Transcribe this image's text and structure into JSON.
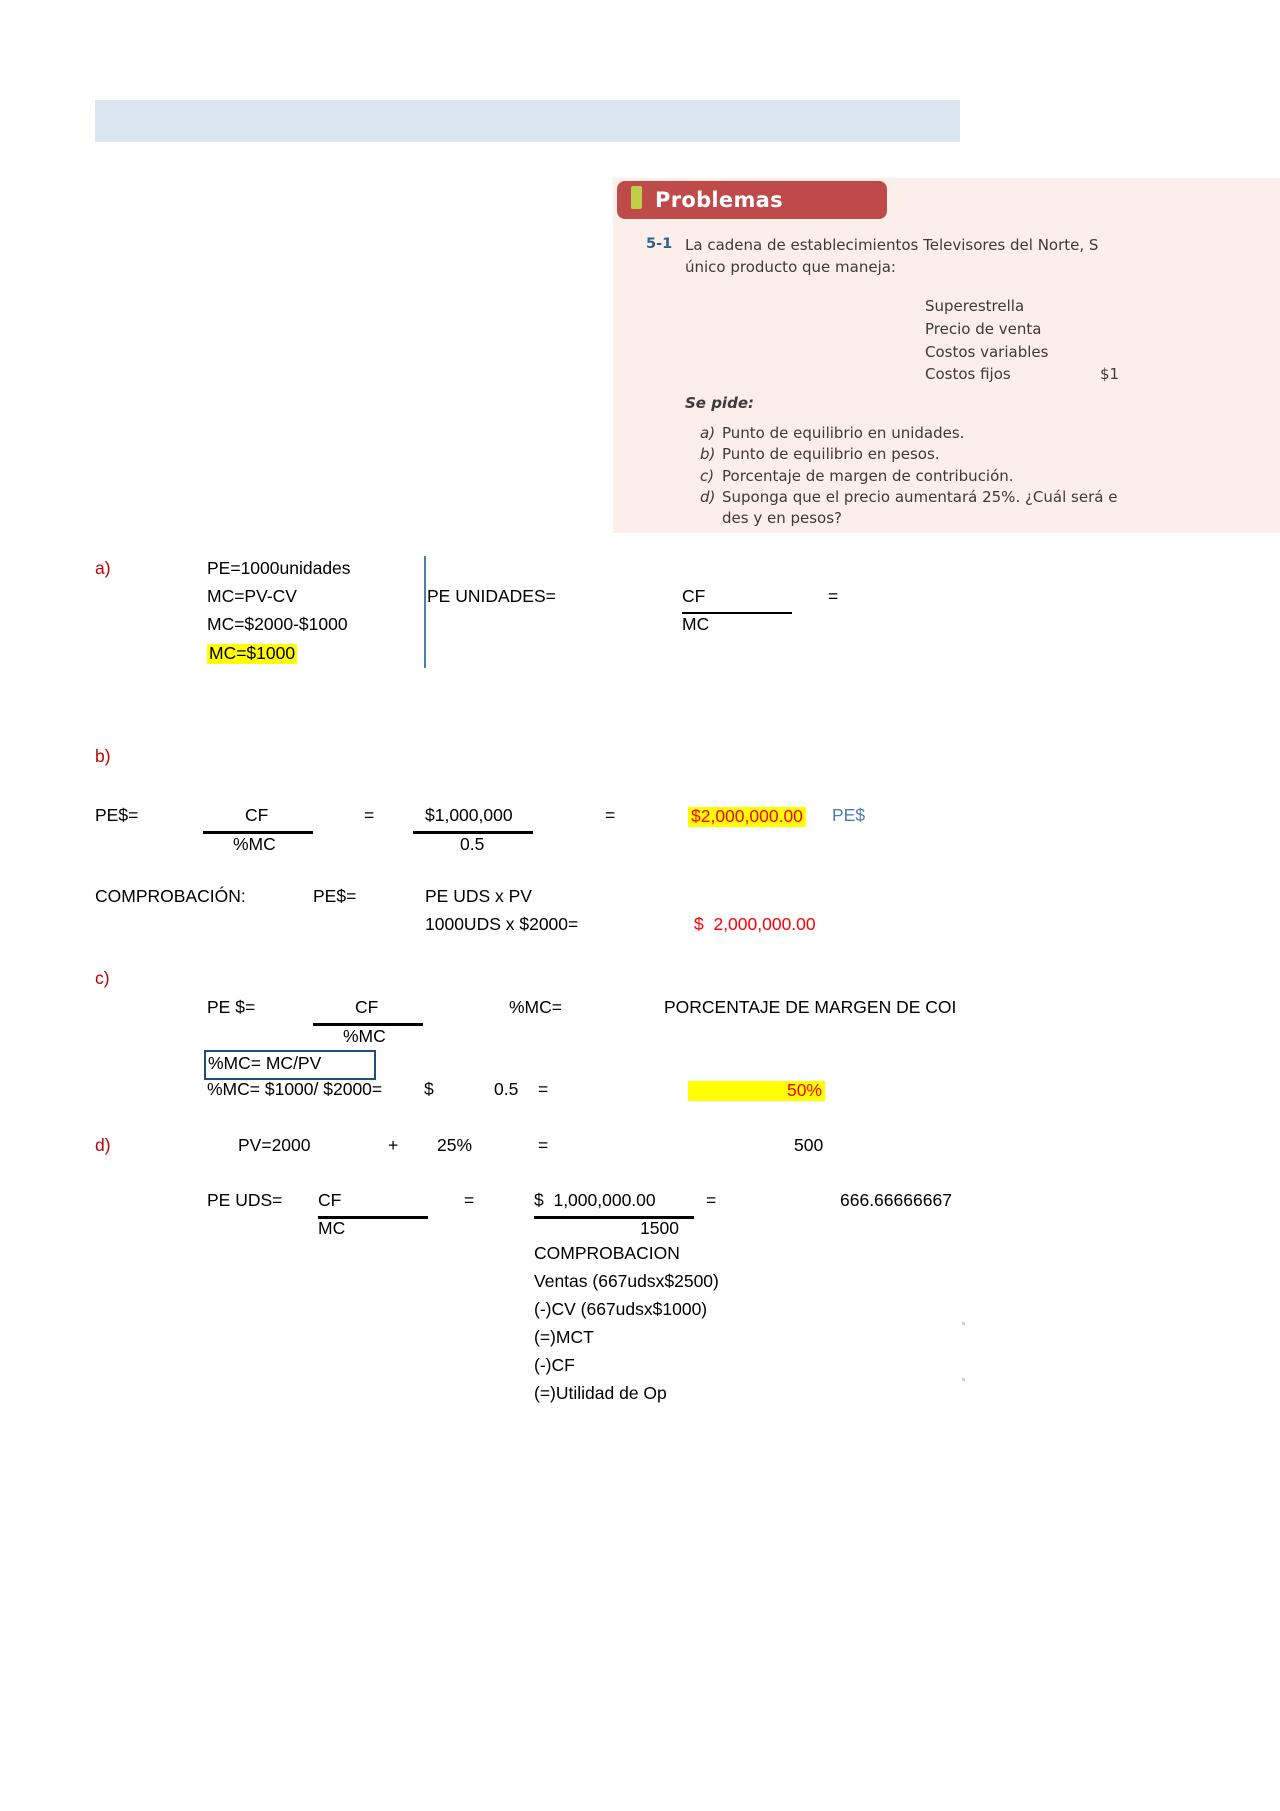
{
  "document": {
    "top_band_present": true,
    "textbook_figure": {
      "header_title": "Problemas",
      "problem_number": "5-1",
      "intro": "La cadena de establecimientos Televisores del Norte, S",
      "intro_line2": "único producto que maneja:",
      "data_rows": [
        {
          "label": "Superestrella",
          "value": ""
        },
        {
          "label": "Precio de venta",
          "value": ""
        },
        {
          "label": "Costos variables",
          "value": ""
        },
        {
          "label": "Costos fijos",
          "value": "$1"
        }
      ],
      "se_pide_label": "Se pide:",
      "requirements": [
        {
          "marker": "a)",
          "text": "Punto de equilibrio en unidades."
        },
        {
          "marker": "b)",
          "text": "Punto de equilibrio en pesos."
        },
        {
          "marker": "c)",
          "text": "Porcentaje de margen de contribución."
        },
        {
          "marker": "d)",
          "text": "Suponga que el precio aumentará 25%. ¿Cuál será e"
        }
      ],
      "requirements_continuation": "des y en pesos?"
    },
    "solution": {
      "section_a": {
        "marker": "a)",
        "lines": [
          "PE=1000unidades",
          "MC=PV-CV",
          "MC=$2000-$1000",
          "MC=$1000"
        ],
        "highlighted_line": "MC=$1000",
        "formula_label": "PE UNIDADES=",
        "numerator": "CF",
        "denominator": "MC",
        "equals": "="
      },
      "section_b": {
        "marker": "b)",
        "label": "PE$=",
        "frac1_num": "CF",
        "frac1_den": "%MC",
        "eq1": "=",
        "frac2_num": "$1,000,000",
        "frac2_den": "0.5",
        "eq2": "=",
        "result": "$2,000,000.00",
        "result_suffix": "PE$",
        "check_label": "COMPROBACIÓN:",
        "check_pe": "PE$=",
        "check_formula": "PE UDS x PV",
        "check_calc": "1000UDS x $2000=",
        "check_result": "$  2,000,000.00"
      },
      "section_c": {
        "marker": "c)",
        "label": "PE $=",
        "frac_num": "CF",
        "frac_den": "%MC",
        "pmc_label": "%MC=",
        "pmc_desc": "PORCENTAJE DE MARGEN DE COI",
        "boxed_formula": "%MC= MC/PV",
        "calc_line": "%MC= $1000/ $2000=",
        "dollar": "$",
        "value": "0.5",
        "eq": "=",
        "result": "50%"
      },
      "section_d": {
        "marker": "d)",
        "pv_line": "PV=2000",
        "plus": "+",
        "percent": "25%",
        "eq1": "=",
        "increase_result": "500",
        "pe_uds_label": "PE UDS=",
        "frac_num": "CF",
        "frac_den": "MC",
        "eq2": "=",
        "value_num": "$  1,000,000.00",
        "value_den": "1500",
        "eq3": "=",
        "result": "666.66666667",
        "comprobacion_title": "COMPROBACION",
        "comprobacion_lines": [
          "Ventas (667udsx$2500)",
          "(-)CV (667udsx$1000)",
          "(=)MCT",
          "(-)CF",
          "(=)Utilidad de Op"
        ]
      }
    }
  },
  "colors": {
    "band": "#dce6f1",
    "book_bg": "#fbeeeb",
    "book_header": "#bf4a4a",
    "book_accent": "#c0cf4a",
    "marker_red": "#c00000",
    "result_red": "#ff0000",
    "highlight_yellow": "#ffff00",
    "blue_line": "#4a7ebb",
    "box_border": "#1f4e79"
  }
}
